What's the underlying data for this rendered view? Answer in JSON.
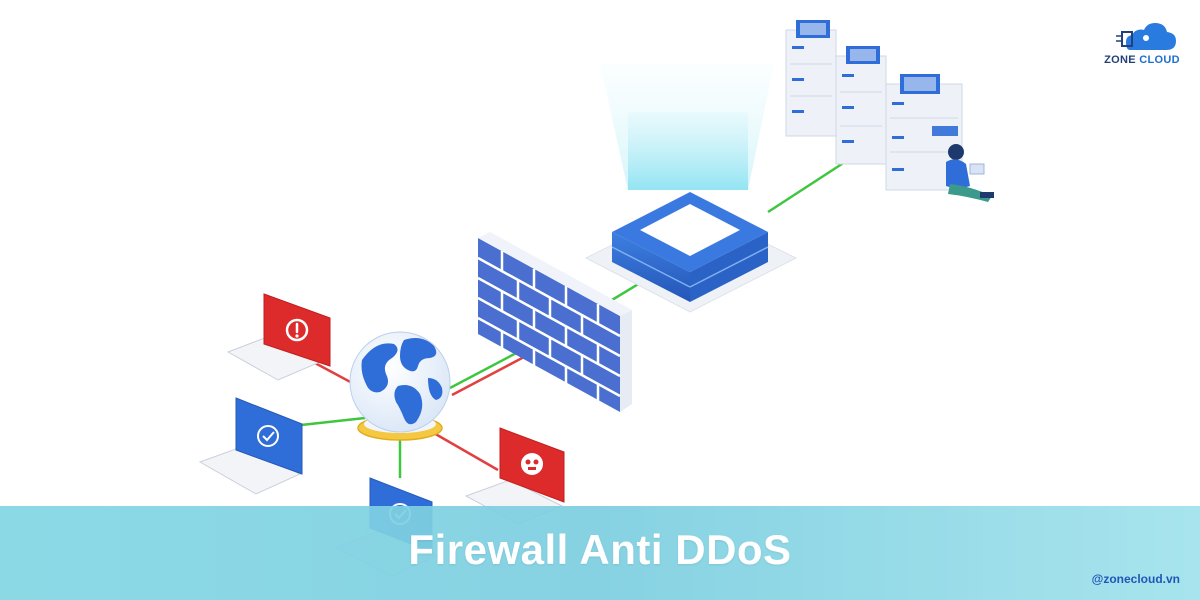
{
  "brand": {
    "logo_icon": "cloud-logo-icon",
    "name_primary": "ZONE",
    "name_secondary": "CLOUD",
    "handle": "@zonecloud.vn"
  },
  "banner": {
    "title": "Firewall Anti DDoS"
  },
  "diagram": {
    "nodes": [
      {
        "id": "laptop-alert",
        "status": "alert",
        "icon": "exclamation-icon"
      },
      {
        "id": "laptop-safe-1",
        "status": "safe",
        "icon": "check-circle-icon"
      },
      {
        "id": "laptop-safe-2",
        "status": "safe",
        "icon": "check-circle-icon"
      },
      {
        "id": "laptop-virus",
        "status": "alert",
        "icon": "bug-icon"
      },
      {
        "id": "globe",
        "icon": "globe-icon"
      },
      {
        "id": "firewall",
        "icon": "brick-wall-icon"
      },
      {
        "id": "router",
        "icon": "router-box-icon"
      },
      {
        "id": "servers",
        "icon": "server-rack-icon"
      },
      {
        "id": "admin",
        "icon": "person-icon"
      }
    ],
    "colors": {
      "safe_link": "#3ec63e",
      "blocked_link": "#e24040",
      "alert_screen": "#dd2a2a",
      "safe_screen": "#2f6dd8",
      "firewall": "#4a6fd0",
      "router_top": "#2f6ed4",
      "light_beam": "#8fe3f2"
    }
  }
}
